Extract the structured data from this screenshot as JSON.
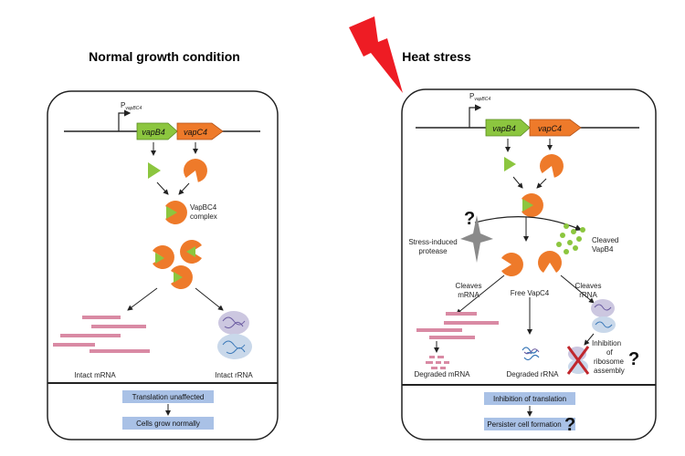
{
  "headings": {
    "normal": "Normal growth condition",
    "heat": "Heat stress"
  },
  "normal_panel": {
    "promoter": "P",
    "promoter_sub": "vapBC4",
    "gene_b": "vapB4",
    "gene_c": "vapC4",
    "complex_label_1": "VapBC4",
    "complex_label_2": "complex",
    "mrna_label": "Intact mRNA",
    "rrna_label": "Intact rRNA",
    "box_1": "Translation unaffected",
    "box_2": "Cells grow normally"
  },
  "heat_panel": {
    "promoter": "P",
    "promoter_sub": "vapBC4",
    "gene_b": "vapB4",
    "gene_c": "vapC4",
    "protease_1": "Stress-induced",
    "protease_2": "protease",
    "protease_q": "?",
    "cleaved_1": "Cleaved",
    "cleaved_2": "VapB4",
    "cleaves_mrna_1": "Cleaves",
    "cleaves_mrna_2": "mRNA",
    "free": "Free VapC4",
    "cleaves_rrna_1": "Cleaves",
    "cleaves_rrna_2": "rRNA",
    "degraded_mrna": "Degraded mRNA",
    "degraded_rrna": "Degraded rRNA",
    "inhibition_1": "Inhibition",
    "inhibition_2": "of",
    "inhibition_3": "ribosome",
    "inhibition_4": "assembly",
    "inhibition_q": "?",
    "box_1": "Inhibition of translation",
    "box_2": "Persister cell formation",
    "box_2_q": "?"
  },
  "colors": {
    "vapB4": "#8cc63f",
    "vapC4": "#ee7a2a",
    "mrna": "#d98aa4",
    "box_fill": "#a9c1e6",
    "bolt": "#ee1c24",
    "inhibit_x": "#c0272d"
  }
}
